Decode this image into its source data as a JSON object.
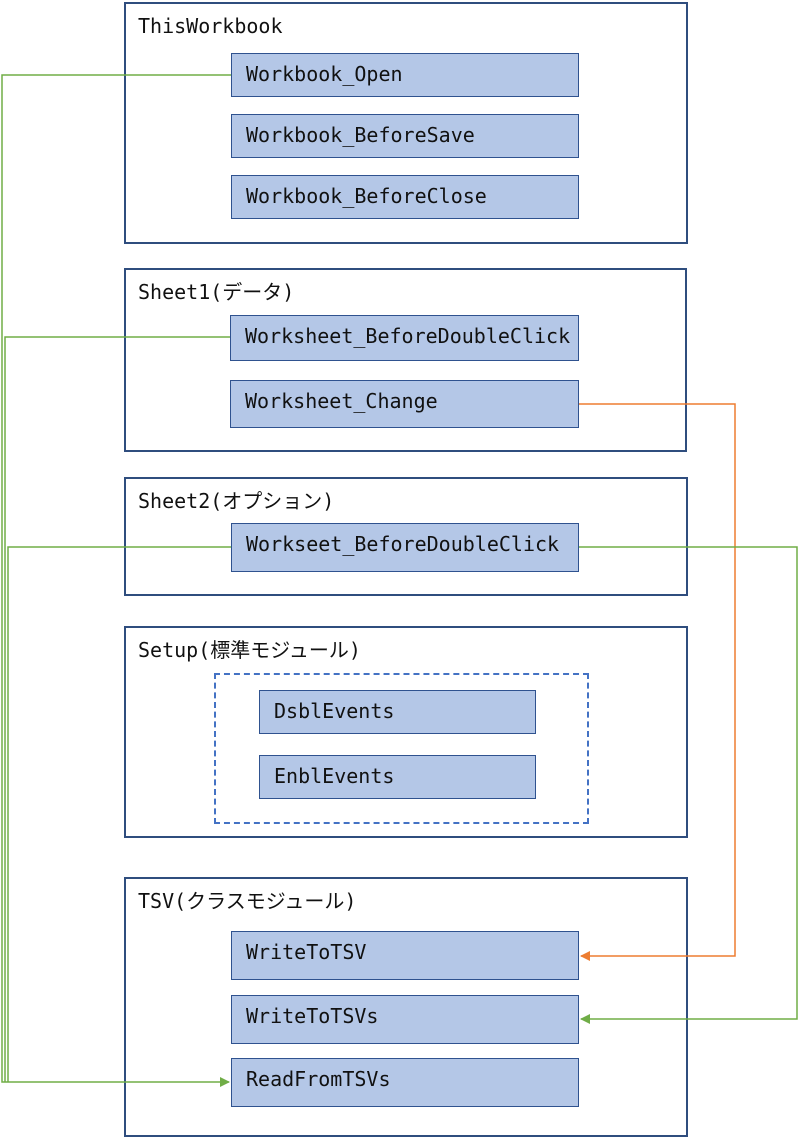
{
  "groups": {
    "thisworkbook": {
      "title": "ThisWorkbook",
      "procs": [
        "Workbook_Open",
        "Workbook_BeforeSave",
        "Workbook_BeforeClose"
      ]
    },
    "sheet1": {
      "title": "Sheet1(データ)",
      "procs": [
        "Worksheet_BeforeDoubleClick",
        "Worksheet_Change"
      ]
    },
    "sheet2": {
      "title": "Sheet2(オプション)",
      "procs": [
        "Workseet_BeforeDoubleClick"
      ]
    },
    "setup": {
      "title": "Setup(標準モジュール)",
      "procs": [
        "DsblEvents",
        "EnblEvents"
      ]
    },
    "tsv": {
      "title": "TSV(クラスモジュール)",
      "procs": [
        "WriteToTSV",
        "WriteToTSVs",
        "ReadFromTSVs"
      ]
    }
  },
  "connections": [
    {
      "from": "Workbook_Open",
      "to": "ReadFromTSVs",
      "color": "#70ad47"
    },
    {
      "from": "Worksheet_BeforeDoubleClick",
      "to": "ReadFromTSVs",
      "color": "#70ad47"
    },
    {
      "from": "Workseet_BeforeDoubleClick",
      "to": "ReadFromTSVs",
      "color": "#70ad47"
    },
    {
      "from": "Worksheet_Change",
      "to": "WriteToTSV",
      "color": "#ed7d31"
    },
    {
      "from": "Workseet_BeforeDoubleClick",
      "to": "WriteToTSVs",
      "color": "#70ad47"
    }
  ],
  "colors": {
    "box_fill": "#b4c7e7",
    "box_border": "#2f528f",
    "group_border": "#2f4d7e",
    "green": "#70ad47",
    "orange": "#ed7d31"
  }
}
